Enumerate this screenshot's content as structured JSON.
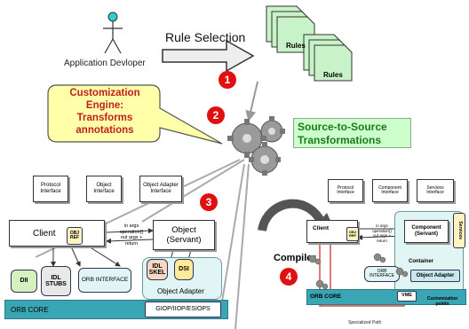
{
  "top": {
    "rule_selection": "Rule Selection",
    "app_developer": "Application Devloper",
    "rules_1": "Rules",
    "rules_2": "Rules",
    "engine_l1": "Customization",
    "engine_l2": "Engine:",
    "engine_l3": "Transforms",
    "engine_l4": "annotations",
    "s2s_l1": "Source-to-Source",
    "s2s_l2": "Transformations",
    "compiler": "Compiler",
    "steps": [
      "1",
      "2",
      "3",
      "4"
    ]
  },
  "left_orb": {
    "protocol_interface": "Protocol Interface",
    "object_interface": "Object Interface",
    "object_adapter_interface": "Object Adapter Interface",
    "client": "Client",
    "obj_ref": "OBJ REF",
    "in_args": "in args",
    "operation": "operation()",
    "out_args": "out args +",
    "return": "return",
    "object_servant_l1": "Object",
    "object_servant_l2": "(Servant)",
    "idl_skel": "IDL SKEL",
    "dsi": "DSI",
    "dii": "DII",
    "idl_stubs": "IDL STUBS",
    "orb_interface": "ORB INTERFACE",
    "object_adapter": "Object Adapter",
    "orb_core": "ORB CORE",
    "giop": "GIOP/IIOP/ESIOPS"
  },
  "right_orb": {
    "protocol_interface": "Protocol Interface",
    "component_interface": "Component Interface",
    "services_interface": "Services Interface",
    "client": "Client",
    "obj_ref": "OBJ REF",
    "in_args": "in args",
    "operation": "operation()",
    "out_args": "out args +",
    "return": "return",
    "component_l1": "Component",
    "component_l2": "(Servant)",
    "services": "Services",
    "container": "Container",
    "orb_interface": "ORB INTERFACE",
    "object_adapter": "Object Adapter",
    "orb_core": "ORB CORE",
    "vme": "VME",
    "customization_points": "Customization points",
    "specialized_path": "Specialized Path"
  }
}
